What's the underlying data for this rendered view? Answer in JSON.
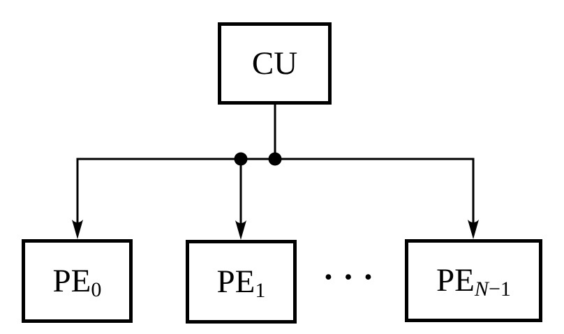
{
  "nodes": {
    "cu": {
      "label": "CU"
    },
    "pe0": {
      "base": "PE",
      "sub_italic": "",
      "sub_rest": "0"
    },
    "pe1": {
      "base": "PE",
      "sub_italic": "",
      "sub_rest": "1"
    },
    "pen": {
      "base": "PE",
      "sub_italic": "N",
      "sub_rest": "−1"
    }
  },
  "ellipsis": "• • •",
  "colors": {
    "line": "#000000",
    "background": "#ffffff"
  }
}
